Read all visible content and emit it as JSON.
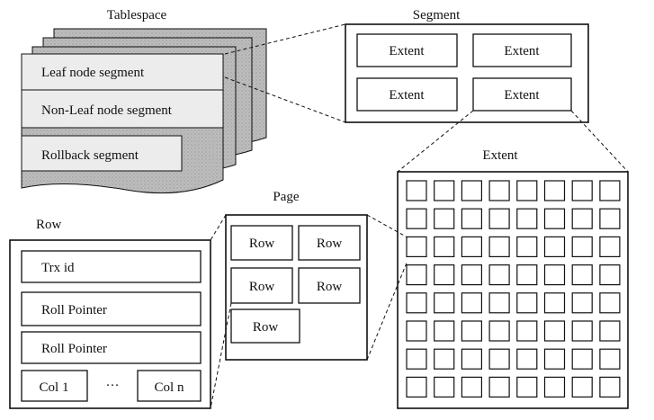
{
  "tablespace": {
    "title": "Tablespace",
    "segments": [
      "Leaf node segment",
      "Non-Leaf node segment",
      "Rollback segment"
    ]
  },
  "segment": {
    "title": "Segment",
    "extents": [
      "Extent",
      "Extent",
      "Extent",
      "Extent"
    ]
  },
  "extent": {
    "title": "Extent",
    "grid_rows": 8,
    "grid_cols": 8
  },
  "page": {
    "title": "Page",
    "rows": [
      "Row",
      "Row",
      "Row",
      "Row",
      "Row"
    ]
  },
  "row": {
    "title": "Row",
    "fields": [
      "Trx id",
      "Roll Pointer",
      "Roll Pointer"
    ],
    "col_first": "Col 1",
    "ellipsis": "···",
    "col_last": "Col n"
  },
  "colors": {
    "stroke": "#111111",
    "sheet_fill": "#c9c9c9",
    "label_fill": "#ececec"
  }
}
